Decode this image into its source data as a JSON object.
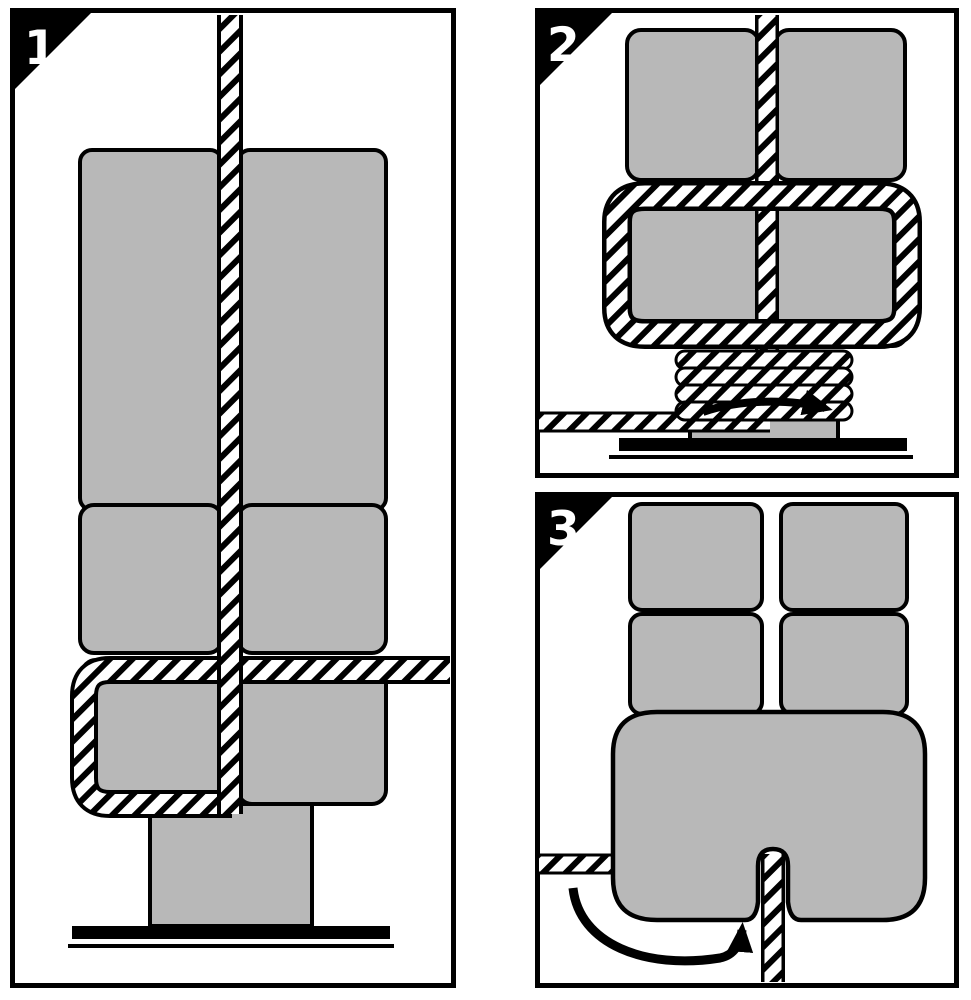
{
  "figure": {
    "panels": [
      {
        "number": "1"
      },
      {
        "number": "2"
      },
      {
        "number": "3"
      }
    ],
    "colors": {
      "background": "#ffffff",
      "outline": "#000000",
      "block_fill": "#b8b8b8",
      "rope_base": "#ffffff",
      "rope_stripe": "#000000"
    }
  }
}
